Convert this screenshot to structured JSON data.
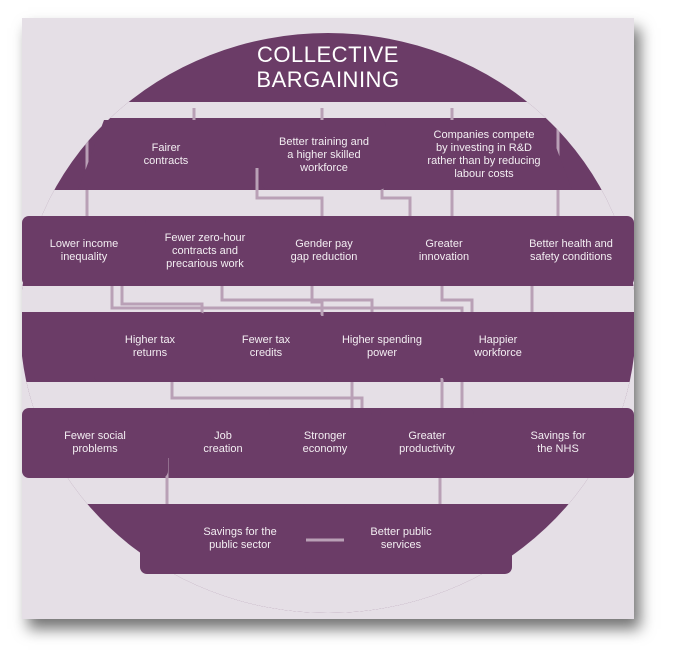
{
  "title": "COLLECTIVE\nBARGAINING",
  "colors": {
    "circle": "#6b3c67",
    "background": "#e5dfe6",
    "connector": "#b9a0b6"
  },
  "boxes": {
    "fairer_contracts": "Fairer\ncontracts",
    "better_training": "Better training and\na higher skilled\nworkforce",
    "companies_compete": "Companies compete\nby investing in R&D\nrather than by reducing\nlabour costs",
    "lower_income_inequality": "Lower income\ninequality",
    "fewer_zero_hour": "Fewer zero-hour\ncontracts and\nprecarious work",
    "gender_pay_gap": "Gender pay\ngap reduction",
    "greater_innovation": "Greater\ninnovation",
    "better_health_safety": "Better health and\nsafety conditions",
    "higher_tax_returns": "Higher tax\nreturns",
    "fewer_tax_credits": "Fewer tax\ncredits",
    "higher_spending_power": "Higher spending\npower",
    "happier_workforce": "Happier\nworkforce",
    "fewer_social_problems": "Fewer social\nproblems",
    "job_creation": "Job\ncreation",
    "stronger_economy": "Stronger\neconomy",
    "greater_productivity": "Greater\nproductivity",
    "savings_nhs": "Savings for\nthe NHS",
    "savings_public_sector": "Savings for the\npublic sector",
    "better_public_services": "Better public\nservices"
  }
}
